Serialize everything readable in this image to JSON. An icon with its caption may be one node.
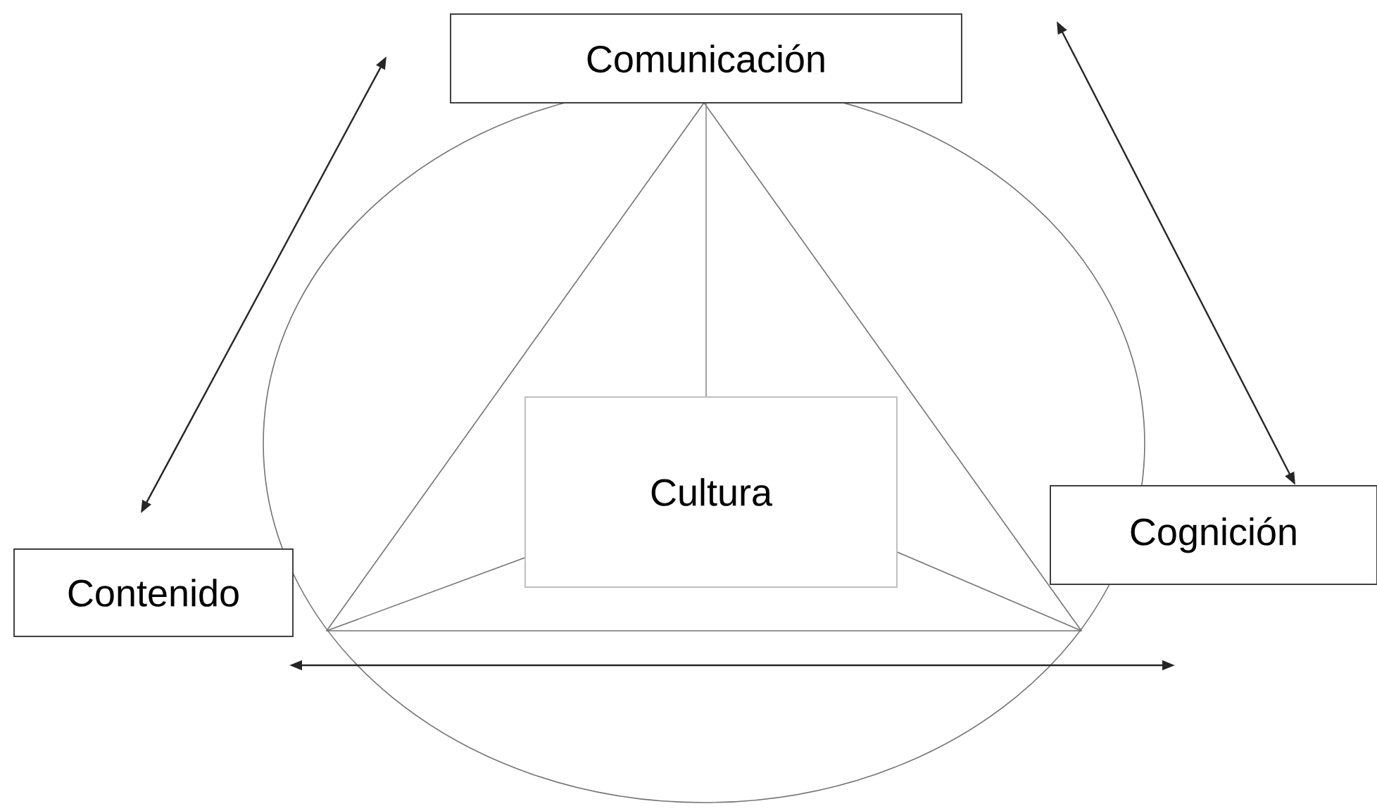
{
  "diagram": {
    "nodes": [
      {
        "text": [
          "Comunicación"
        ]
      },
      {
        "text": [
          "Contenido"
        ]
      },
      {
        "text": [
          "Cognición"
        ]
      },
      {
        "text": [
          "Cultura"
        ]
      }
    ],
    "edges": [
      {
        "from": 1,
        "to": 0,
        "arrow": "both"
      },
      {
        "from": 0,
        "to": 2,
        "arrow": "both"
      },
      {
        "from": 1,
        "to": 2,
        "arrow": "both"
      },
      {
        "from": 0,
        "to": 3,
        "arrow": "none",
        "color": "#8c8c8c"
      }
    ]
  }
}
